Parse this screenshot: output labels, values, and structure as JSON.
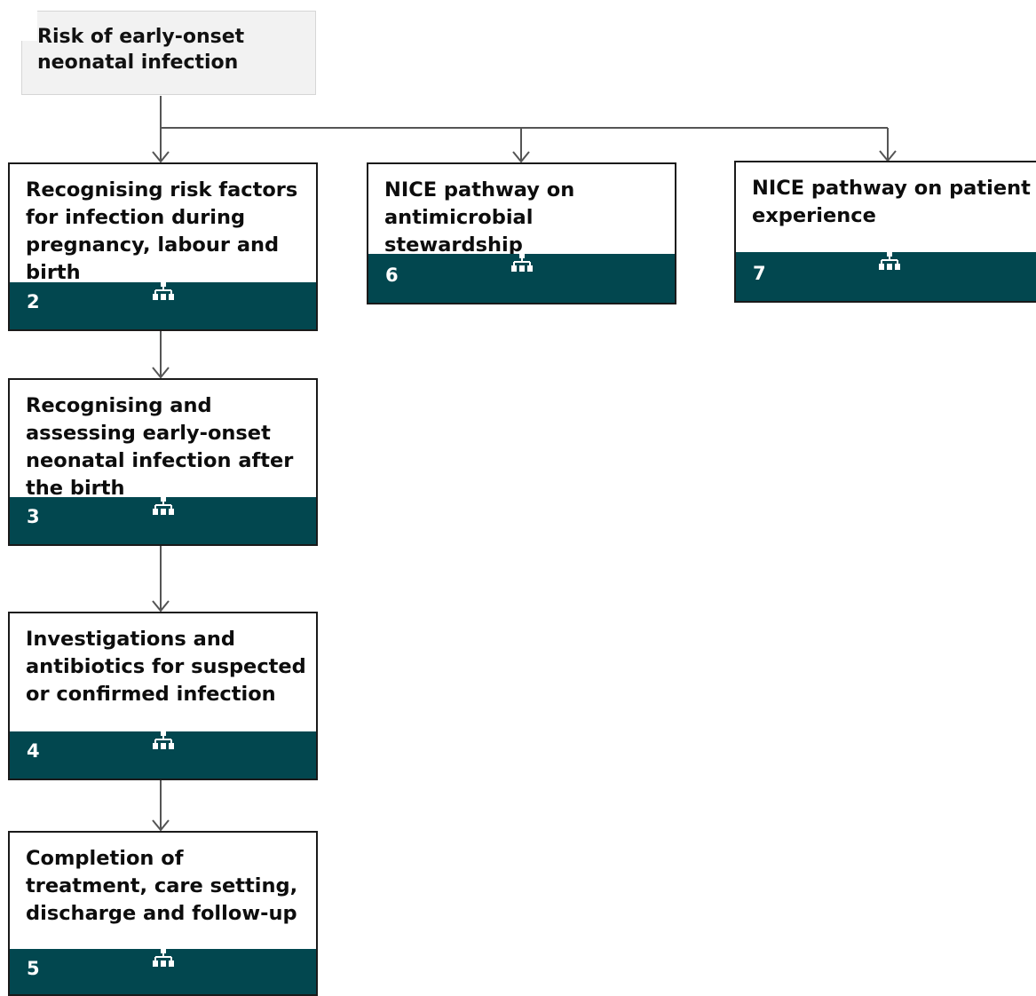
{
  "root": {
    "title": "Risk of early-onset neonatal infection"
  },
  "nodes": [
    {
      "number": "2",
      "title": "Recognising risk factors for infection during pregnancy, labour and birth",
      "icon": "pathway-icon"
    },
    {
      "number": "3",
      "title": "Recognising and assessing early-onset neonatal infection after the birth",
      "icon": "pathway-icon"
    },
    {
      "number": "4",
      "title": "Investigations and antibiotics for suspected or confirmed infection",
      "icon": "pathway-icon"
    },
    {
      "number": "5",
      "title": "Completion of treatment, care setting, discharge and follow-up",
      "icon": "pathway-icon"
    },
    {
      "number": "6",
      "title": "NICE pathway on antimicrobial stewardship",
      "icon": "pathway-icon"
    },
    {
      "number": "7",
      "title": "NICE pathway on patient experience",
      "icon": "pathway-icon"
    }
  ],
  "colors": {
    "footer": "#02474f",
    "connector": "#555555",
    "root_bg": "#f2f2f2"
  }
}
